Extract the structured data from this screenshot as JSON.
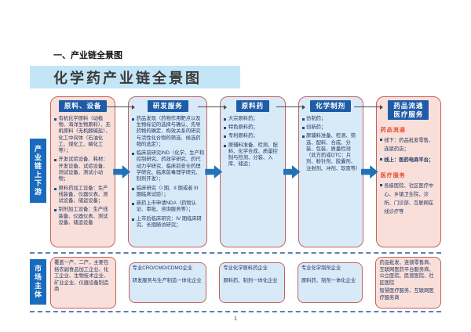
{
  "page": {
    "section_heading": "一、产业链全景图",
    "banner_title": "化学药产业链全景图",
    "page_number": "1"
  },
  "rails": {
    "top": "产业链上下游",
    "bottom": "市场主体"
  },
  "colors": {
    "header_box": "#1E5CA8",
    "rail_blue": "#1A6BBE",
    "column_border": "#C4625A",
    "pink_fill": "#F9DFD9",
    "blue_fill": "#D8EAF8",
    "flow_arrow": "#2272B8",
    "subheading_red": "#E8472B",
    "body_text": "#1F3864",
    "banner_fill": "#C3E6F7"
  },
  "columns": [
    {
      "header": "原料、设备",
      "tint": "pink",
      "bullets": [
        "有机化学原料（动植物、海洋生物原料）、无机原料（无机酸碱盐）、化工中间体（石油化工、煤化工、磷化工等）；",
        "开发试验设备、耗材：开发设备、试验设备、测试设备、测试小动物；",
        "原料药加工设备：生产线装备、仪器仪表、测试设备、储运设备；",
        "制剂加工设备：生产线装备、仪器仪表、测试设备、储运设备"
      ]
    },
    {
      "header": "研发服务",
      "tint": "blue",
      "bullets": [
        "药品发现（药物作用靶点以及生物标记的选择与确认、先导药物的确定、构效关系的研究与活性化合物的筛选、候选药物的选定）；",
        "临床前研究IND（化学、生产和控制研究、药效学研究、药代动力学研究、临床前安全药理学研究、临床前毒理学研究、制剂开发）；",
        "临床研究（I 期、II 期或者 III 期临床试验）；",
        "新药上市申请NDA（药物认证、审批、咨询服务等）；",
        "上市后临床研究：IV 期临床研究、长期随访研究；"
      ]
    },
    {
      "header": "原料药",
      "tint": "blue",
      "bullets": [
        "大宗原料药；",
        "特色原料药；",
        "专利原料药；",
        "原辅料准备、检测、配料、化学合成、质量控制与检测、分装、入库、储运；"
      ]
    },
    {
      "header": "化学制剂",
      "tint": "blue",
      "bullets": [
        "仿制药；",
        "创新药；",
        "原辅料准备、检测、筛选、配料、合成、分装、包装、质量检测（处方药或OTC：片剂、粉针剂、胶囊剂、注射剂、冲剂、软膏等）"
      ]
    },
    {
      "header": "药品流通\n医疗服务",
      "tint": "pink",
      "groups": [
        {
          "subheading": "药品流通",
          "bullets": [
            {
              "text": "线下：药品批发零售、连锁药店；",
              "bold": false
            },
            {
              "text": "线上：医药电商平台；",
              "bold": true
            }
          ]
        },
        {
          "subheading": "医疗服务",
          "bullets": [
            {
              "text": "各级医院、社区医疗中心、乡镇卫生院、诊所、门诊部、互联网在线诊疗等",
              "bold": false
            }
          ]
        }
      ]
    }
  ],
  "market_boxes": [
    {
      "tint": "pink",
      "lines": [
        "覆盖一产、二产，主要包括农副食品加工企业、化工企业、生物技术企业、矿业企业、仪器设备制造商"
      ]
    },
    {
      "tint": "blue",
      "lines": [
        "专业CRO/CMO/CDMO企业",
        "研发服务与生产制造一体化企业"
      ]
    },
    {
      "tint": "blue",
      "lines": [
        "专业化学原料药企业",
        "原料药、制剂一体化企业"
      ]
    },
    {
      "tint": "blue",
      "lines": [
        "专业化学制剂企业",
        "原料药、制剂一体化企业"
      ]
    },
    {
      "tint": "pink",
      "lines": [
        "药品批发、连锁零售商、互联网医药平台服务商、公立医院、民营医院、社区医院",
        "智慧医疗服务、互联网医疗服务商"
      ]
    }
  ]
}
